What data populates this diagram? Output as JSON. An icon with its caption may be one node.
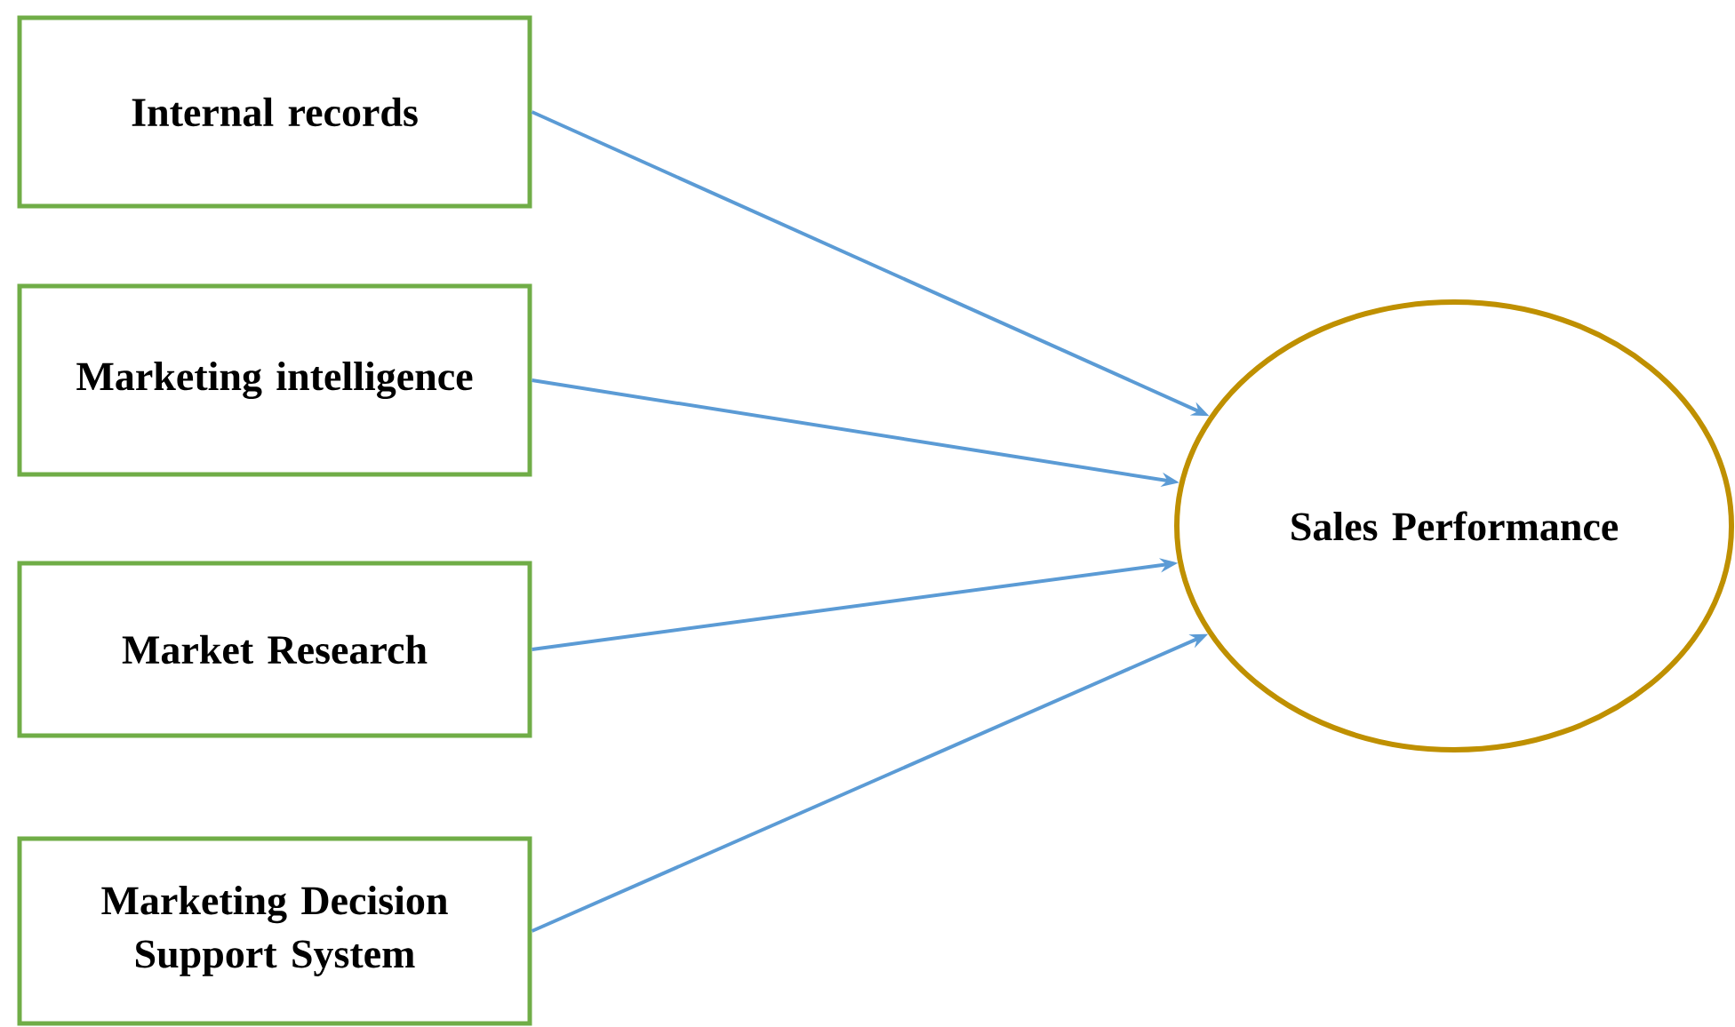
{
  "diagram": {
    "nodes": [
      {
        "text": [
          "Internal records"
        ]
      },
      {
        "text": [
          "Marketing intelligence"
        ]
      },
      {
        "text": [
          "Market Research"
        ]
      },
      {
        "text": [
          "Marketing Decision Support System"
        ]
      },
      {
        "text": [
          "Sales Performance"
        ]
      }
    ],
    "edges": [
      {
        "from": 0,
        "to": 4,
        "arrow": "to"
      },
      {
        "from": 1,
        "to": 4,
        "arrow": "to"
      },
      {
        "from": 2,
        "to": 4,
        "arrow": "to"
      },
      {
        "from": 3,
        "to": 4,
        "arrow": "to"
      }
    ]
  }
}
